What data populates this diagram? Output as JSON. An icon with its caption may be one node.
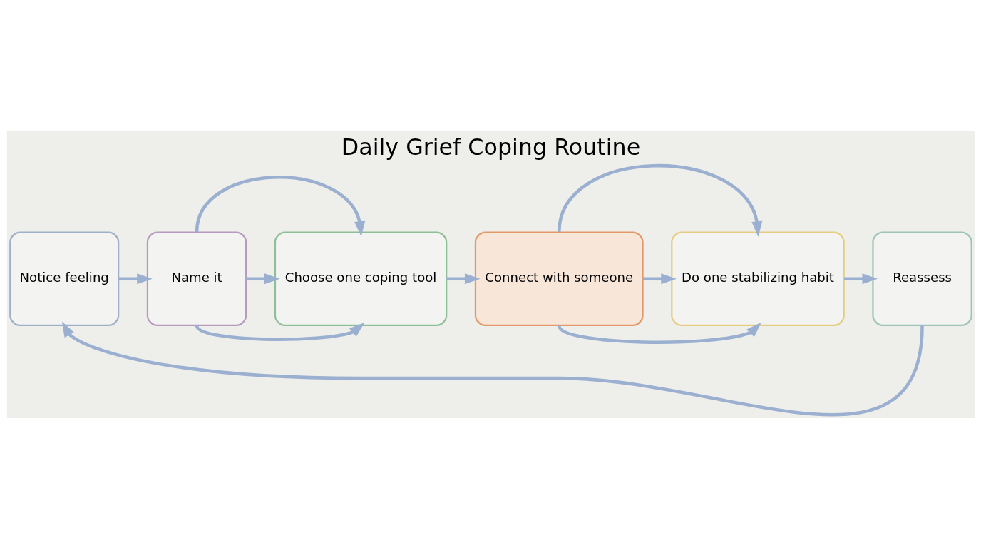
{
  "diagram": {
    "title": "Daily Grief Coping Routine",
    "nodes": [
      {
        "text": [
          "Notice feeling"
        ]
      },
      {
        "text": [
          "Name it"
        ]
      },
      {
        "text": [
          "Choose one coping tool"
        ]
      },
      {
        "text": [
          "Connect with someone"
        ]
      },
      {
        "text": [
          "Do one stabilizing habit"
        ]
      },
      {
        "text": [
          "Reassess"
        ]
      }
    ],
    "edges": [
      {
        "from": 0,
        "to": 1,
        "arrow": "to"
      },
      {
        "from": 1,
        "to": 2,
        "arrow": "to"
      },
      {
        "from": 2,
        "to": 3,
        "arrow": "to"
      },
      {
        "from": 3,
        "to": 4,
        "arrow": "to"
      },
      {
        "from": 4,
        "to": 5,
        "arrow": "to"
      },
      {
        "from": 1,
        "to": 2,
        "arrow": "to"
      },
      {
        "from": 3,
        "to": 4,
        "arrow": "to"
      },
      {
        "from": 1,
        "to": 2,
        "arrow": "to"
      },
      {
        "from": 3,
        "to": 4,
        "arrow": "to"
      },
      {
        "from": 5,
        "to": 0,
        "arrow": "to"
      }
    ]
  }
}
